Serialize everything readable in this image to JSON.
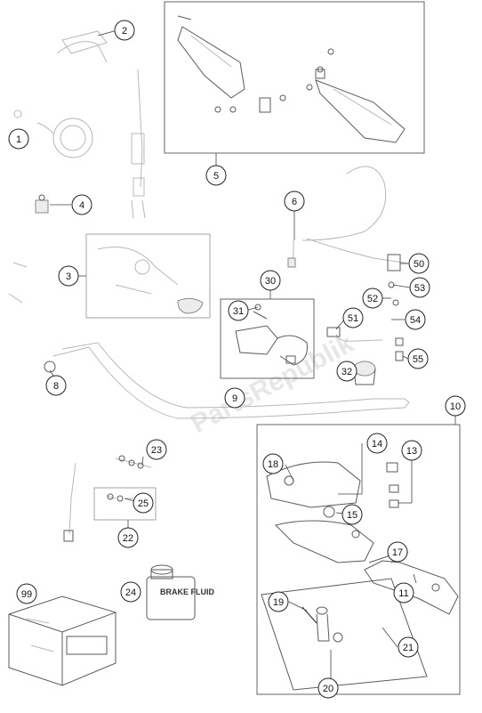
{
  "watermark": "PartsRepublik",
  "container_label": "BRAKE FLUID",
  "callouts": [
    {
      "id": "c1",
      "label": "1"
    },
    {
      "id": "c2",
      "label": "2"
    },
    {
      "id": "c3",
      "label": "3"
    },
    {
      "id": "c4",
      "label": "4"
    },
    {
      "id": "c5",
      "label": "5"
    },
    {
      "id": "c6",
      "label": "6"
    },
    {
      "id": "c8",
      "label": "8"
    },
    {
      "id": "c9",
      "label": "9"
    },
    {
      "id": "c10",
      "label": "10"
    },
    {
      "id": "c11",
      "label": "11"
    },
    {
      "id": "c13",
      "label": "13"
    },
    {
      "id": "c14",
      "label": "14"
    },
    {
      "id": "c15",
      "label": "15"
    },
    {
      "id": "c17",
      "label": "17"
    },
    {
      "id": "c18",
      "label": "18"
    },
    {
      "id": "c19",
      "label": "19"
    },
    {
      "id": "c20",
      "label": "20"
    },
    {
      "id": "c21",
      "label": "21"
    },
    {
      "id": "c22",
      "label": "22"
    },
    {
      "id": "c23",
      "label": "23"
    },
    {
      "id": "c24",
      "label": "24"
    },
    {
      "id": "c25",
      "label": "25"
    },
    {
      "id": "c30",
      "label": "30"
    },
    {
      "id": "c31",
      "label": "31"
    },
    {
      "id": "c32",
      "label": "32"
    },
    {
      "id": "c50",
      "label": "50"
    },
    {
      "id": "c51",
      "label": "51"
    },
    {
      "id": "c52",
      "label": "52"
    },
    {
      "id": "c53",
      "label": "53"
    },
    {
      "id": "c54",
      "label": "54"
    },
    {
      "id": "c55",
      "label": "55"
    },
    {
      "id": "c99",
      "label": "99"
    }
  ]
}
